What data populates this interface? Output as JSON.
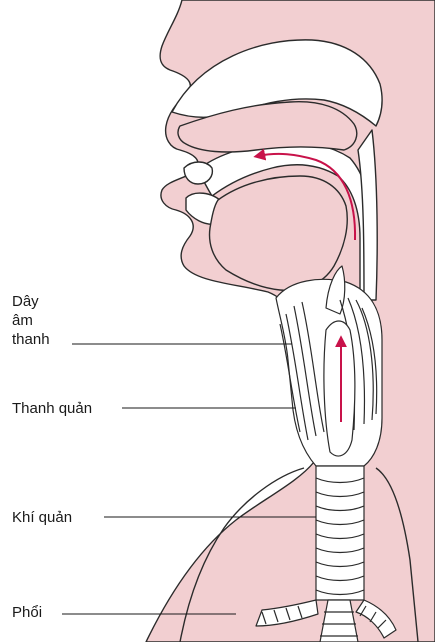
{
  "labels": {
    "vocal_cords": [
      "Dây",
      "âm",
      "thanh"
    ],
    "larynx": "Thanh quản",
    "trachea": "Khí quản",
    "lungs": "Phổi"
  },
  "colors": {
    "tissue": "#f2cfd1",
    "outline": "#2b2b2b",
    "airway": "#ffffff",
    "arrow": "#c8124a"
  }
}
